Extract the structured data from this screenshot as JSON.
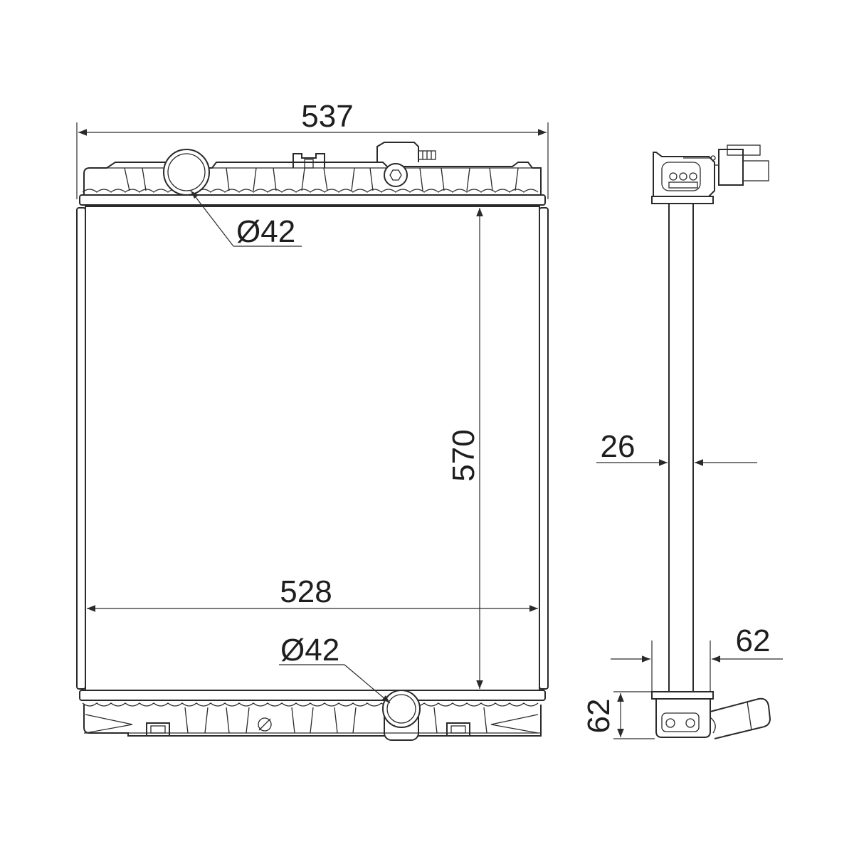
{
  "dimensions": {
    "overall_width": "537",
    "core_width": "528",
    "core_height": "570",
    "top_outlet": "Ø42",
    "bottom_outlet": "Ø42",
    "core_thickness": "26",
    "tank_depth": "62",
    "bottom_tank_height": "62"
  },
  "colors": {
    "line": "#2a2a2a",
    "background": "#ffffff"
  }
}
